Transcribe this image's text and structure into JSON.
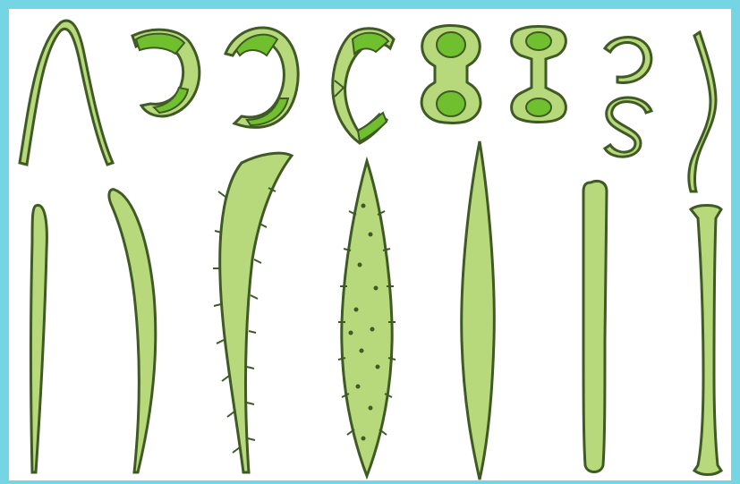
{
  "figure": {
    "frame_color": "#74d5e5",
    "fill_light": "#b7d97c",
    "fill_dark": "#6fbf2f",
    "stroke": "#3f5a24",
    "background": "#ffffff",
    "top_row": [
      {
        "name": "arch-fold",
        "icon": "folded-leaf-icon"
      },
      {
        "name": "crescent-1",
        "icon": "crescent-section-icon"
      },
      {
        "name": "crescent-2",
        "icon": "crescent-section-icon"
      },
      {
        "name": "bracket-section",
        "icon": "bracket-section-icon"
      },
      {
        "name": "dumbbell-1",
        "icon": "dumbbell-section-icon"
      },
      {
        "name": "dumbbell-2",
        "icon": "dumbbell-section-icon"
      },
      {
        "name": "coil-c-s",
        "icon": "coiled-leaf-icon"
      },
      {
        "name": "wavy-strand",
        "icon": "wavy-leaf-icon"
      }
    ],
    "bottom_row": [
      {
        "name": "needle-leaf",
        "icon": "needle-leaf-icon"
      },
      {
        "name": "curved-blade",
        "icon": "curved-leaf-icon"
      },
      {
        "name": "spiny-curved-blade",
        "icon": "spiny-leaf-icon"
      },
      {
        "name": "spiny-lanceolate-leaf",
        "icon": "spiny-leaf-icon"
      },
      {
        "name": "lanceolate-leaf",
        "icon": "lanceolate-leaf-icon"
      },
      {
        "name": "rod-leaf",
        "icon": "rod-leaf-icon"
      },
      {
        "name": "bone-leaf",
        "icon": "bone-leaf-icon"
      }
    ]
  }
}
